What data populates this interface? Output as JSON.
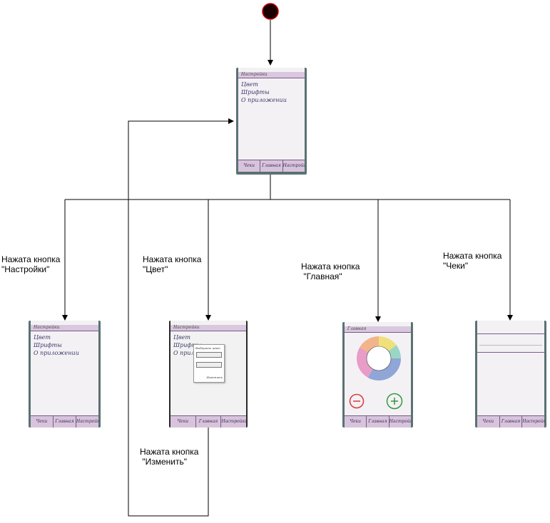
{
  "labels": {
    "settings": "Нажата кнопка\n\"Настройки\"",
    "color": "Нажата кнопка\n\"Цвет\"",
    "main": "Нажата кнопка\n \"Главная\"",
    "checks": "Нажата кнопка\n\"Чеки\"",
    "change": "Нажата кнопка\n \"Изменить\""
  },
  "screens": {
    "settings_text": "Настройки",
    "options": [
      "Цвет",
      "Шрифты",
      "О приложении"
    ],
    "tabs": [
      "Чеки",
      "Главная",
      "Настройки"
    ],
    "dialog_title": "Выберите цвет",
    "dialog_button": "Изменить",
    "main_header": "Главная"
  },
  "colors": {
    "line": "#000000",
    "start_node": "#1a0000",
    "start_node_border": "#cc0000",
    "plus": "#2e9a3c",
    "minus": "#d83a3a"
  }
}
